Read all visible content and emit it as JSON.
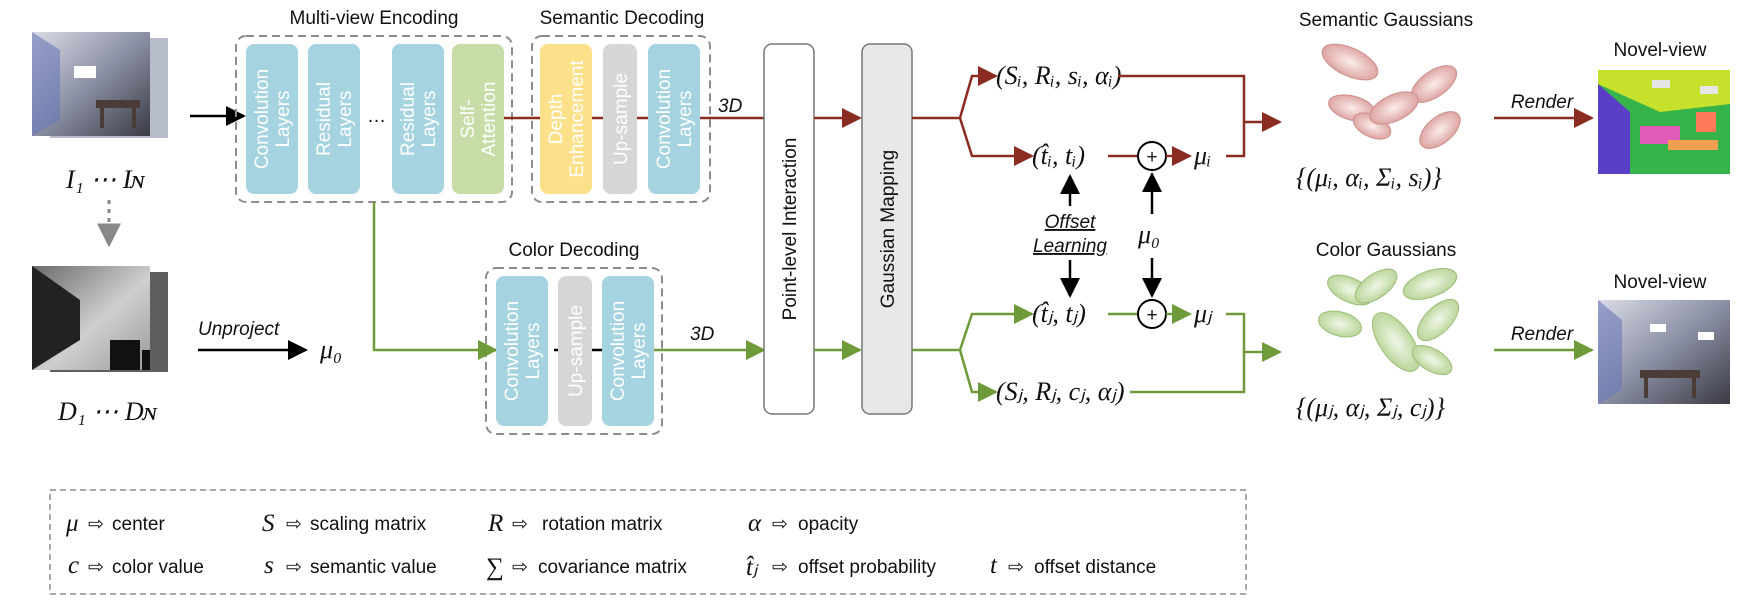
{
  "sections": {
    "multiview": "Multi-view Encoding",
    "semantic": "Semantic Decoding",
    "color": "Color Decoding",
    "semantic_gaussians": "Semantic Gaussians",
    "color_gaussians": "Color Gaussians",
    "novel_view_top": "Novel-view",
    "novel_view_bottom": "Novel-view"
  },
  "encoder_layers": [
    {
      "line1": "Convolution",
      "line2": "Layers"
    },
    {
      "line1": "Residual",
      "line2": "Layers"
    },
    {
      "line1": "Residual",
      "line2": "Layers"
    },
    {
      "line1": "Self-",
      "line2": "Attention"
    }
  ],
  "encoder_ellipsis": "…",
  "semantic_layers": [
    {
      "line1": "Depth",
      "line2": "Enhancement"
    },
    {
      "line1": "Up-sample",
      "line2": ""
    },
    {
      "line1": "Convolution",
      "line2": "Layers"
    }
  ],
  "color_layers": [
    {
      "line1": "Convolution",
      "line2": "Layers"
    },
    {
      "line1": "Up-sample",
      "line2": ""
    },
    {
      "line1": "Convolution",
      "line2": "Layers"
    }
  ],
  "blocks": {
    "interaction": "Point-level Interaction",
    "mapping": "Gaussian Mapping"
  },
  "labels": {
    "three_d_top": "3D",
    "three_d_bottom": "3D",
    "unproject": "Unproject",
    "render_top": "Render",
    "render_bottom": "Render",
    "offset_line1": "Offset",
    "offset_line2": "Learning"
  },
  "math": {
    "images": "I₁ ⋯ Iɴ",
    "depths": "D₁ ⋯ Dɴ",
    "mu0_left": "μ₀",
    "mu0_mid": "μ₀",
    "sem_params": "(Sᵢ, Rᵢ, sᵢ, αᵢ)",
    "sem_offset": "(t̂ᵢ, tᵢ)",
    "mu_i": "μᵢ",
    "col_offset": "(t̂ⱼ, tⱼ)",
    "mu_j": "μⱼ",
    "col_params": "(Sⱼ, Rⱼ, cⱼ, αⱼ)",
    "sem_set": "{(μᵢ, αᵢ, Σᵢ, sᵢ)}",
    "col_set": "{(μⱼ, αⱼ, Σⱼ, cⱼ)}",
    "plus": "+"
  },
  "legend": [
    {
      "sym": "μ",
      "text": "center"
    },
    {
      "sym": "S",
      "text": "scaling matrix"
    },
    {
      "sym": "R",
      "text": "rotation matrix"
    },
    {
      "sym": "α",
      "text": "opacity"
    },
    {
      "sym": "c",
      "text": "color value"
    },
    {
      "sym": "s",
      "text": "semantic value"
    },
    {
      "sym": "∑",
      "text": "covariance matrix"
    },
    {
      "sym": "t̂ⱼ",
      "text": "offset probability"
    },
    {
      "sym": "t",
      "text": "offset distance"
    }
  ],
  "legend_arrow": "⇨",
  "colors": {
    "semantic_path": "#8b2c22",
    "color_path": "#6e9a3a",
    "conv_block": "#a6d3e0",
    "attention_block": "#c8dca8",
    "depth_block": "#fde08a",
    "upsample_block": "#d6d6d6",
    "semantic_gaussian": "#e7b8b5",
    "color_gaussian": "#cfe3b5"
  }
}
